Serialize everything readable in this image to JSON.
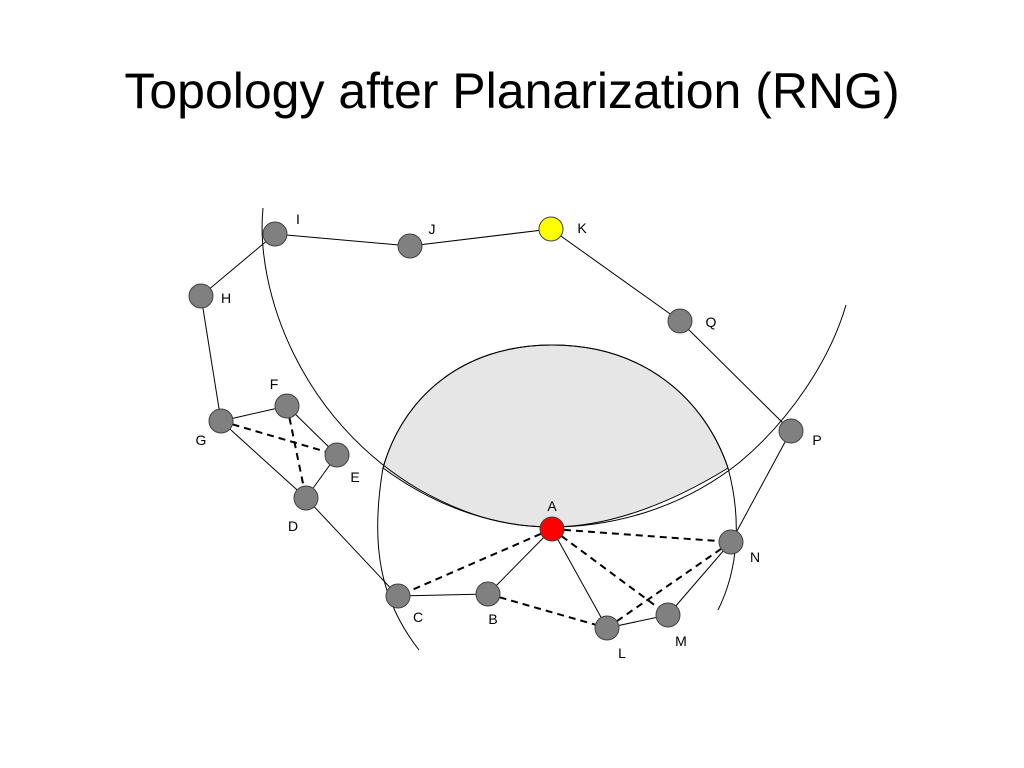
{
  "title": "Topology after Planarization (RNG)",
  "colors": {
    "node_fill": "#808080",
    "node_stroke": "#404040",
    "source_fill": "#ff0000",
    "destination_fill": "#ffff00",
    "shaded_region": "#e6e6e6",
    "edge": "#000000"
  },
  "nodes": [
    {
      "id": "A",
      "label": "A",
      "role": "source"
    },
    {
      "id": "B",
      "label": "B"
    },
    {
      "id": "C",
      "label": "C"
    },
    {
      "id": "D",
      "label": "D"
    },
    {
      "id": "E",
      "label": "E"
    },
    {
      "id": "F",
      "label": "F"
    },
    {
      "id": "G",
      "label": "G"
    },
    {
      "id": "H",
      "label": "H"
    },
    {
      "id": "I",
      "label": "I"
    },
    {
      "id": "J",
      "label": "J"
    },
    {
      "id": "K",
      "label": "K",
      "role": "destination"
    },
    {
      "id": "L",
      "label": "L"
    },
    {
      "id": "M",
      "label": "M"
    },
    {
      "id": "N",
      "label": "N"
    },
    {
      "id": "P",
      "label": "P"
    },
    {
      "id": "Q",
      "label": "Q"
    }
  ],
  "edges_solid": [
    [
      "I",
      "J"
    ],
    [
      "J",
      "K"
    ],
    [
      "K",
      "Q"
    ],
    [
      "Q",
      "P"
    ],
    [
      "I",
      "H"
    ],
    [
      "H",
      "G"
    ],
    [
      "G",
      "F"
    ],
    [
      "F",
      "E"
    ],
    [
      "E",
      "D"
    ],
    [
      "G",
      "D"
    ],
    [
      "D",
      "C"
    ],
    [
      "C",
      "B"
    ],
    [
      "B",
      "A"
    ],
    [
      "A",
      "L"
    ],
    [
      "L",
      "M"
    ],
    [
      "M",
      "N"
    ],
    [
      "N",
      "P"
    ]
  ],
  "edges_dashed": [
    [
      "G",
      "E"
    ],
    [
      "F",
      "D"
    ],
    [
      "A",
      "C"
    ],
    [
      "A",
      "N"
    ],
    [
      "A",
      "M"
    ],
    [
      "B",
      "L"
    ],
    [
      "L",
      "N"
    ]
  ]
}
